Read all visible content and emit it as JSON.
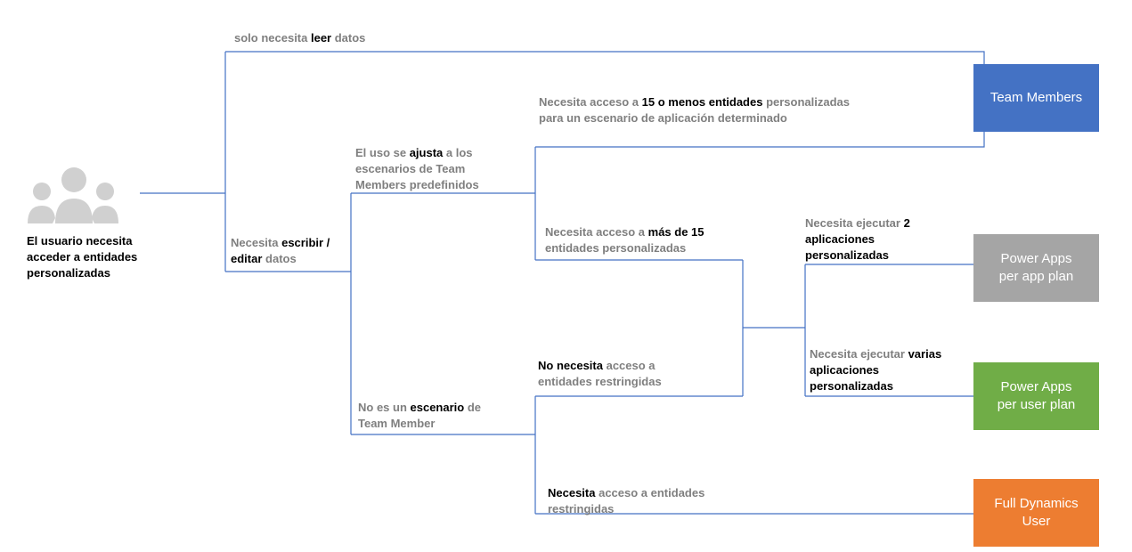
{
  "user": {
    "icon": "user-group-icon",
    "label_lines": [
      "El usuario necesita",
      "acceder a entidades",
      "personalizadas"
    ]
  },
  "labels": {
    "read_only": [
      "solo necesita ",
      "leer",
      " datos"
    ],
    "write_edit": [
      "Necesita ",
      "escribir /",
      " ",
      "editar",
      " datos"
    ],
    "fits_scenario": [
      "El uso se ",
      "ajusta",
      " a los escenarios de Team Members predefinidos"
    ],
    "not_team_member": [
      "No es un ",
      "escenario",
      " de Team Member"
    ],
    "under_15": [
      "Necesita acceso a ",
      "15 o menos entidades",
      " personalizadas para un escenario de aplicación determinado"
    ],
    "over_15": [
      "Necesita acceso a ",
      "más de 15",
      " entidades personalizadas"
    ],
    "no_restricted": [
      "No necesita",
      " acceso a entidades restringidas"
    ],
    "restricted": [
      "Necesita",
      " acceso a entidades restringidas"
    ],
    "two_apps": [
      "Necesita ejecutar ",
      "2 aplicaciones personalizadas"
    ],
    "many_apps": [
      "Necesita ejecutar ",
      "varias aplicaciones personalizadas"
    ]
  },
  "outcomes": [
    {
      "lines": [
        "Team Members"
      ],
      "color": "#4472c4"
    },
    {
      "lines": [
        "Power Apps",
        "per app plan"
      ],
      "color": "#a5a5a5"
    },
    {
      "lines": [
        "Power Apps",
        "per user plan"
      ],
      "color": "#70ad47"
    },
    {
      "lines": [
        "Full Dynamics",
        "User"
      ],
      "color": "#ed7d31"
    }
  ],
  "line_color": "#4472c4"
}
